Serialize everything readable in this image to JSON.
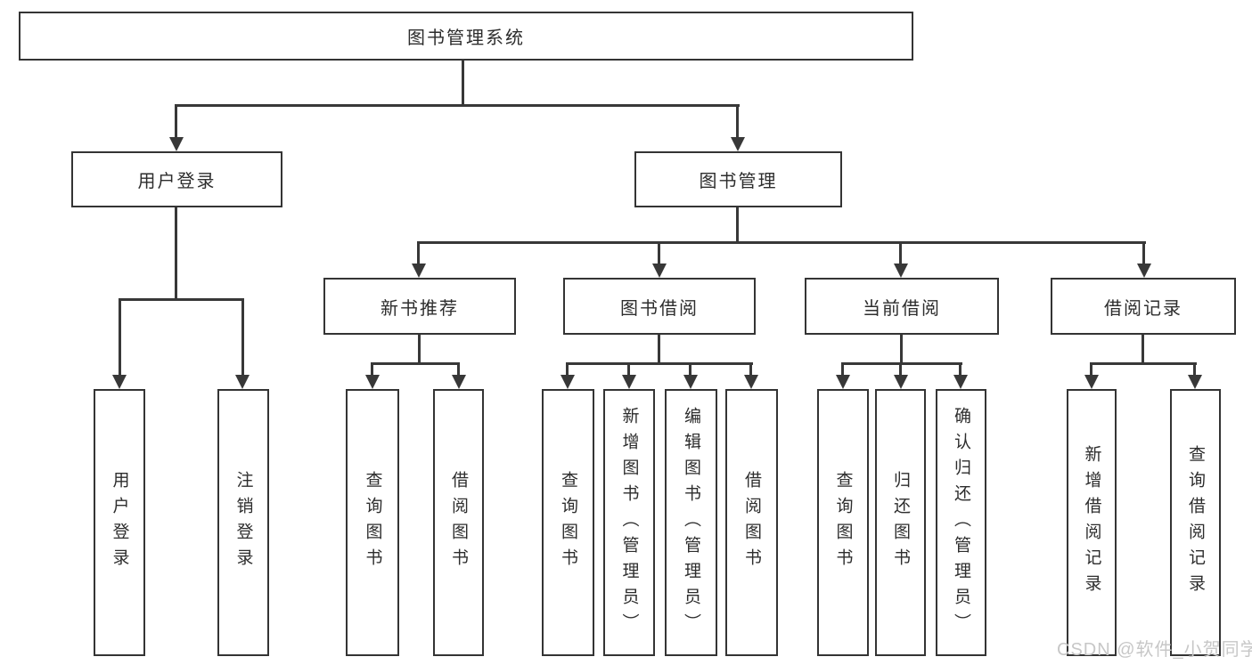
{
  "tree": {
    "label": "图书管理系统",
    "children": [
      {
        "label": "用户登录",
        "children": [
          {
            "label": "用户登录"
          },
          {
            "label": "注销登录"
          }
        ]
      },
      {
        "label": "图书管理",
        "children": [
          {
            "label": "新书推荐",
            "children": [
              {
                "label": "查询图书"
              },
              {
                "label": "借阅图书"
              }
            ]
          },
          {
            "label": "图书借阅",
            "children": [
              {
                "label": "查询图书"
              },
              {
                "label": "新增图书（管理员）"
              },
              {
                "label": "编辑图书（管理员）"
              },
              {
                "label": "借阅图书"
              }
            ]
          },
          {
            "label": "当前借阅",
            "children": [
              {
                "label": "查询图书"
              },
              {
                "label": "归还图书"
              },
              {
                "label": "确认归还（管理员）"
              }
            ]
          },
          {
            "label": "借阅记录",
            "children": [
              {
                "label": "新增借阅记录"
              },
              {
                "label": "查询借阅记录"
              }
            ]
          }
        ]
      }
    ]
  },
  "watermark": {
    "text": "CSDN @软件_小贺同学"
  },
  "colors": {
    "line": "#383838",
    "box_border": "#343434",
    "box_bg": "#ffffff",
    "text": "#2d2d2d",
    "watermark": "#c7c7c7"
  }
}
